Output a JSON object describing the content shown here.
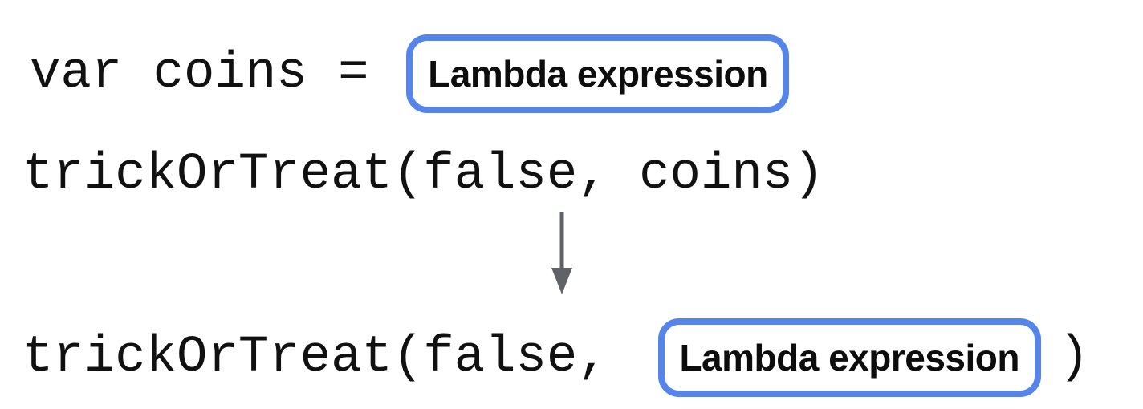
{
  "colors": {
    "background": "#ffffff",
    "code_text": "#111111",
    "badge_border": "#5585eb",
    "badge_text": "#0d0d0d",
    "arrow": "#5f6368"
  },
  "diagram": {
    "line1": {
      "code": "var coins =",
      "badge_label": "Lambda expression"
    },
    "line2": {
      "code": "trickOrTreat(false, coins)"
    },
    "arrow_icon": "down-arrow",
    "line3": {
      "code_prefix": "trickOrTreat(false,",
      "badge_label": "Lambda expression",
      "code_suffix": ")"
    }
  }
}
